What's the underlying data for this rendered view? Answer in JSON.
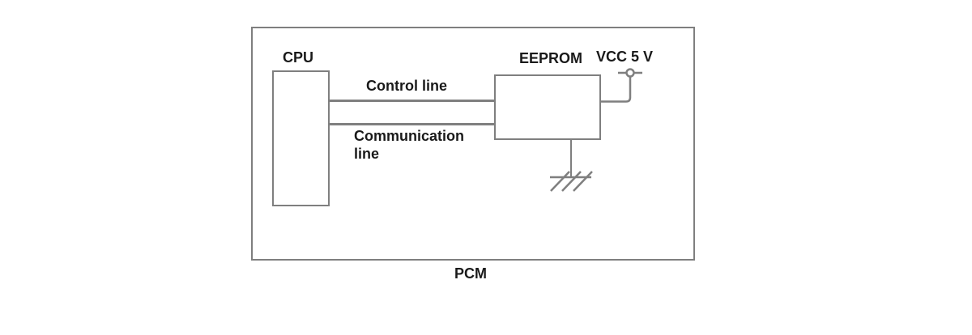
{
  "diagram": {
    "pcm_label": "PCM",
    "blocks": {
      "cpu": {
        "label": "CPU"
      },
      "eeprom": {
        "label": "EEPROM"
      }
    },
    "power": {
      "vcc_label": "VCC 5 V"
    },
    "connections": {
      "control_line_label": "Control line",
      "communication_line_label": "Communication line"
    },
    "icons": {
      "vcc_terminal": "vcc-terminal-icon",
      "ground": "ground-icon"
    },
    "colors": {
      "wire": "#7f7f7f",
      "box_border": "#7f7f7f",
      "text": "#1a1a1a",
      "background": "#ffffff"
    }
  }
}
